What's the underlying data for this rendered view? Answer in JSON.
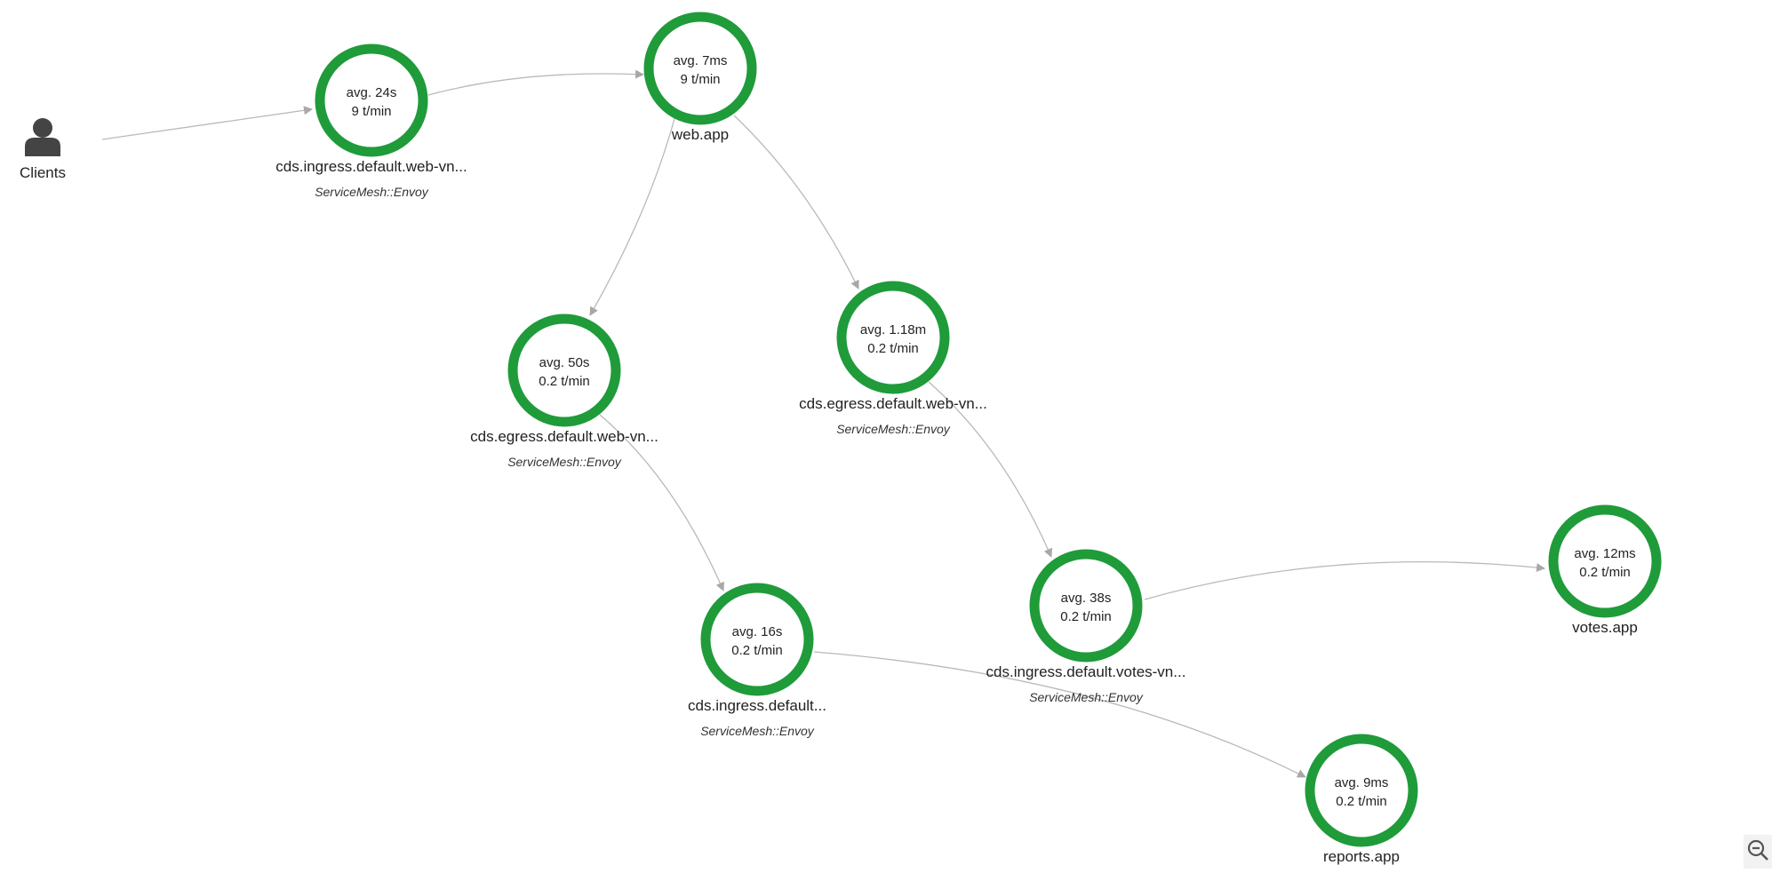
{
  "clients": {
    "label": "Clients",
    "icon": "user-icon"
  },
  "colors": {
    "ring": "#1f9b3a",
    "edge": "#b9b9b9",
    "text": "#222222"
  },
  "nodes": [
    {
      "id": "ingress-web",
      "avg": "avg. 24s",
      "rate": "9 t/min",
      "name": "cds.ingress.default.web-vn...",
      "type": "ServiceMesh::Envoy"
    },
    {
      "id": "web-app",
      "avg": "avg. 7ms",
      "rate": "9 t/min",
      "name": "web.app",
      "type": ""
    },
    {
      "id": "egress-web-1",
      "avg": "avg. 50s",
      "rate": "0.2 t/min",
      "name": "cds.egress.default.web-vn...",
      "type": "ServiceMesh::Envoy"
    },
    {
      "id": "egress-web-2",
      "avg": "avg. 1.18m",
      "rate": "0.2 t/min",
      "name": "cds.egress.default.web-vn...",
      "type": "ServiceMesh::Envoy"
    },
    {
      "id": "ingress-default",
      "avg": "avg. 16s",
      "rate": "0.2 t/min",
      "name": "cds.ingress.default...",
      "type": "ServiceMesh::Envoy"
    },
    {
      "id": "ingress-votes",
      "avg": "avg. 38s",
      "rate": "0.2 t/min",
      "name": "cds.ingress.default.votes-vn...",
      "type": "ServiceMesh::Envoy"
    },
    {
      "id": "votes-app",
      "avg": "avg. 12ms",
      "rate": "0.2 t/min",
      "name": "votes.app",
      "type": ""
    },
    {
      "id": "reports-app",
      "avg": "avg. 9ms",
      "rate": "0.2 t/min",
      "name": "reports.app",
      "type": ""
    }
  ],
  "edges": [
    {
      "from": "clients",
      "to": "ingress-web"
    },
    {
      "from": "ingress-web",
      "to": "web-app"
    },
    {
      "from": "web-app",
      "to": "egress-web-1"
    },
    {
      "from": "web-app",
      "to": "egress-web-2"
    },
    {
      "from": "egress-web-1",
      "to": "ingress-default"
    },
    {
      "from": "egress-web-2",
      "to": "ingress-votes"
    },
    {
      "from": "ingress-votes",
      "to": "votes-app"
    },
    {
      "from": "ingress-default",
      "to": "reports-app"
    }
  ],
  "controls": {
    "zoom_out_icon": "zoom-out-icon"
  }
}
